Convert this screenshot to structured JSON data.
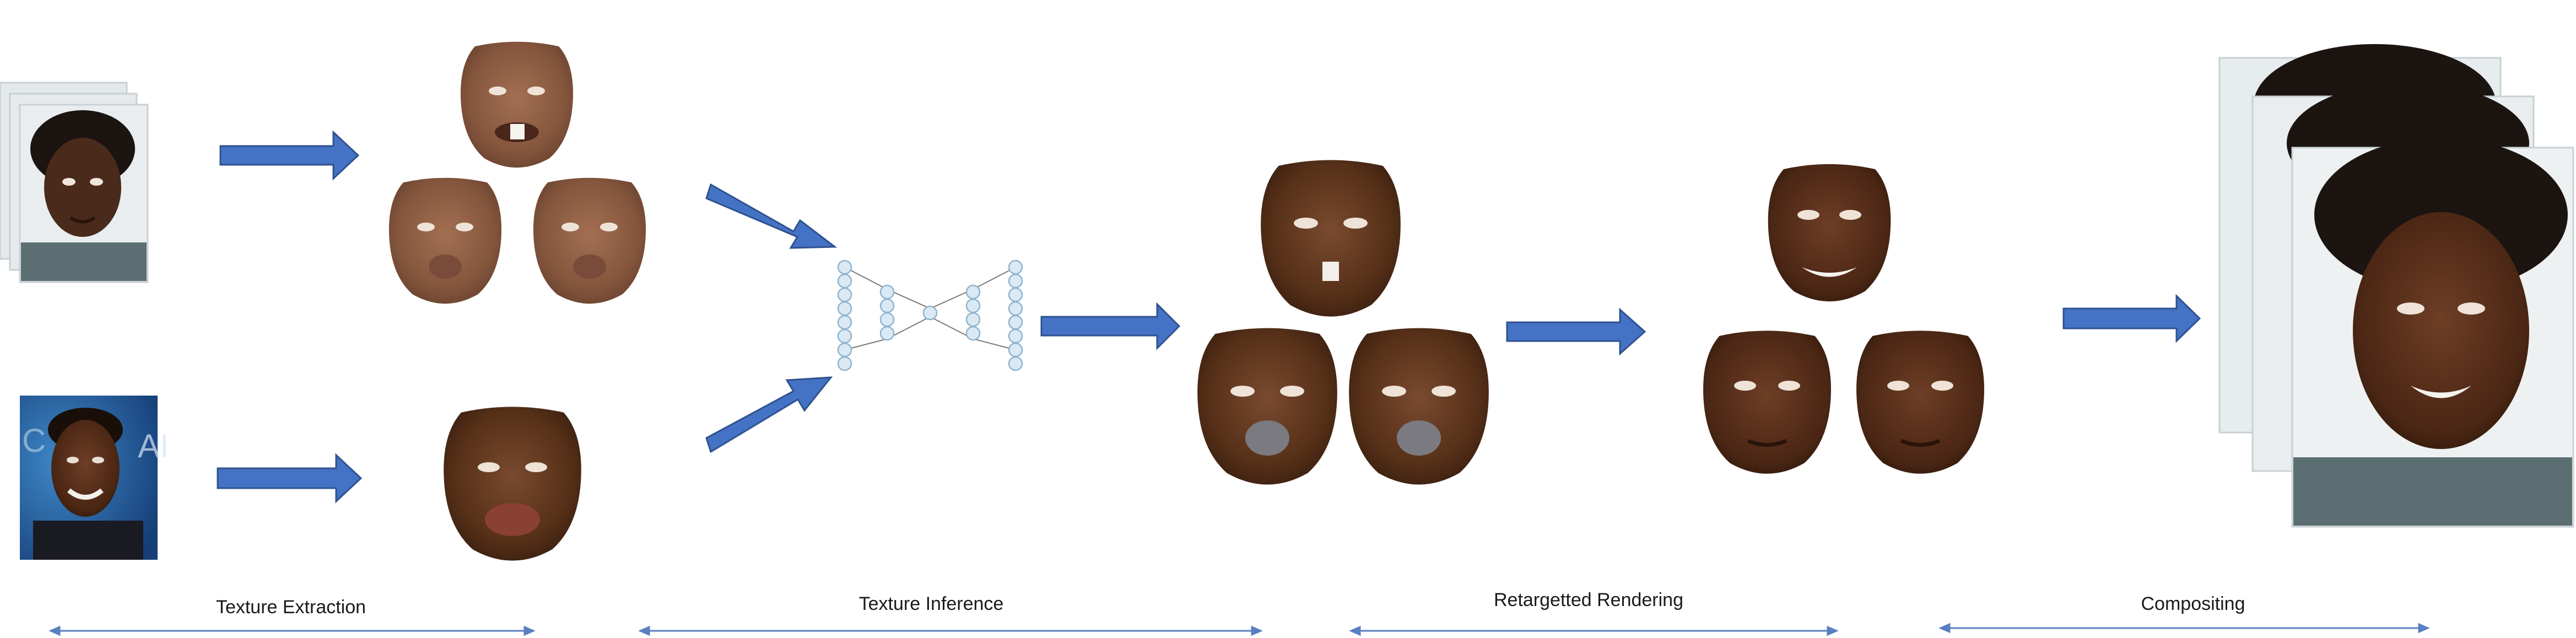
{
  "stages": [
    {
      "label": "Texture Extraction"
    },
    {
      "label": "Texture Inference"
    },
    {
      "label": "Retargetted Rendering"
    },
    {
      "label": "Compositing"
    }
  ],
  "colors": {
    "arrow": "#4472c4",
    "arrow_stroke": "#2f528f",
    "network_node": "#dbe9f4",
    "network_node_stroke": "#8fb4cf",
    "skin_texture": "#8a5a40",
    "skin_render": "#5c3420",
    "hair": "#1b1410",
    "photo_bg": "#dfe6e9",
    "blue_backdrop": "#1f5fa8"
  },
  "icons": [
    "portrait-photo",
    "face-texture-mask",
    "encoder-decoder-network",
    "arrow-right"
  ]
}
